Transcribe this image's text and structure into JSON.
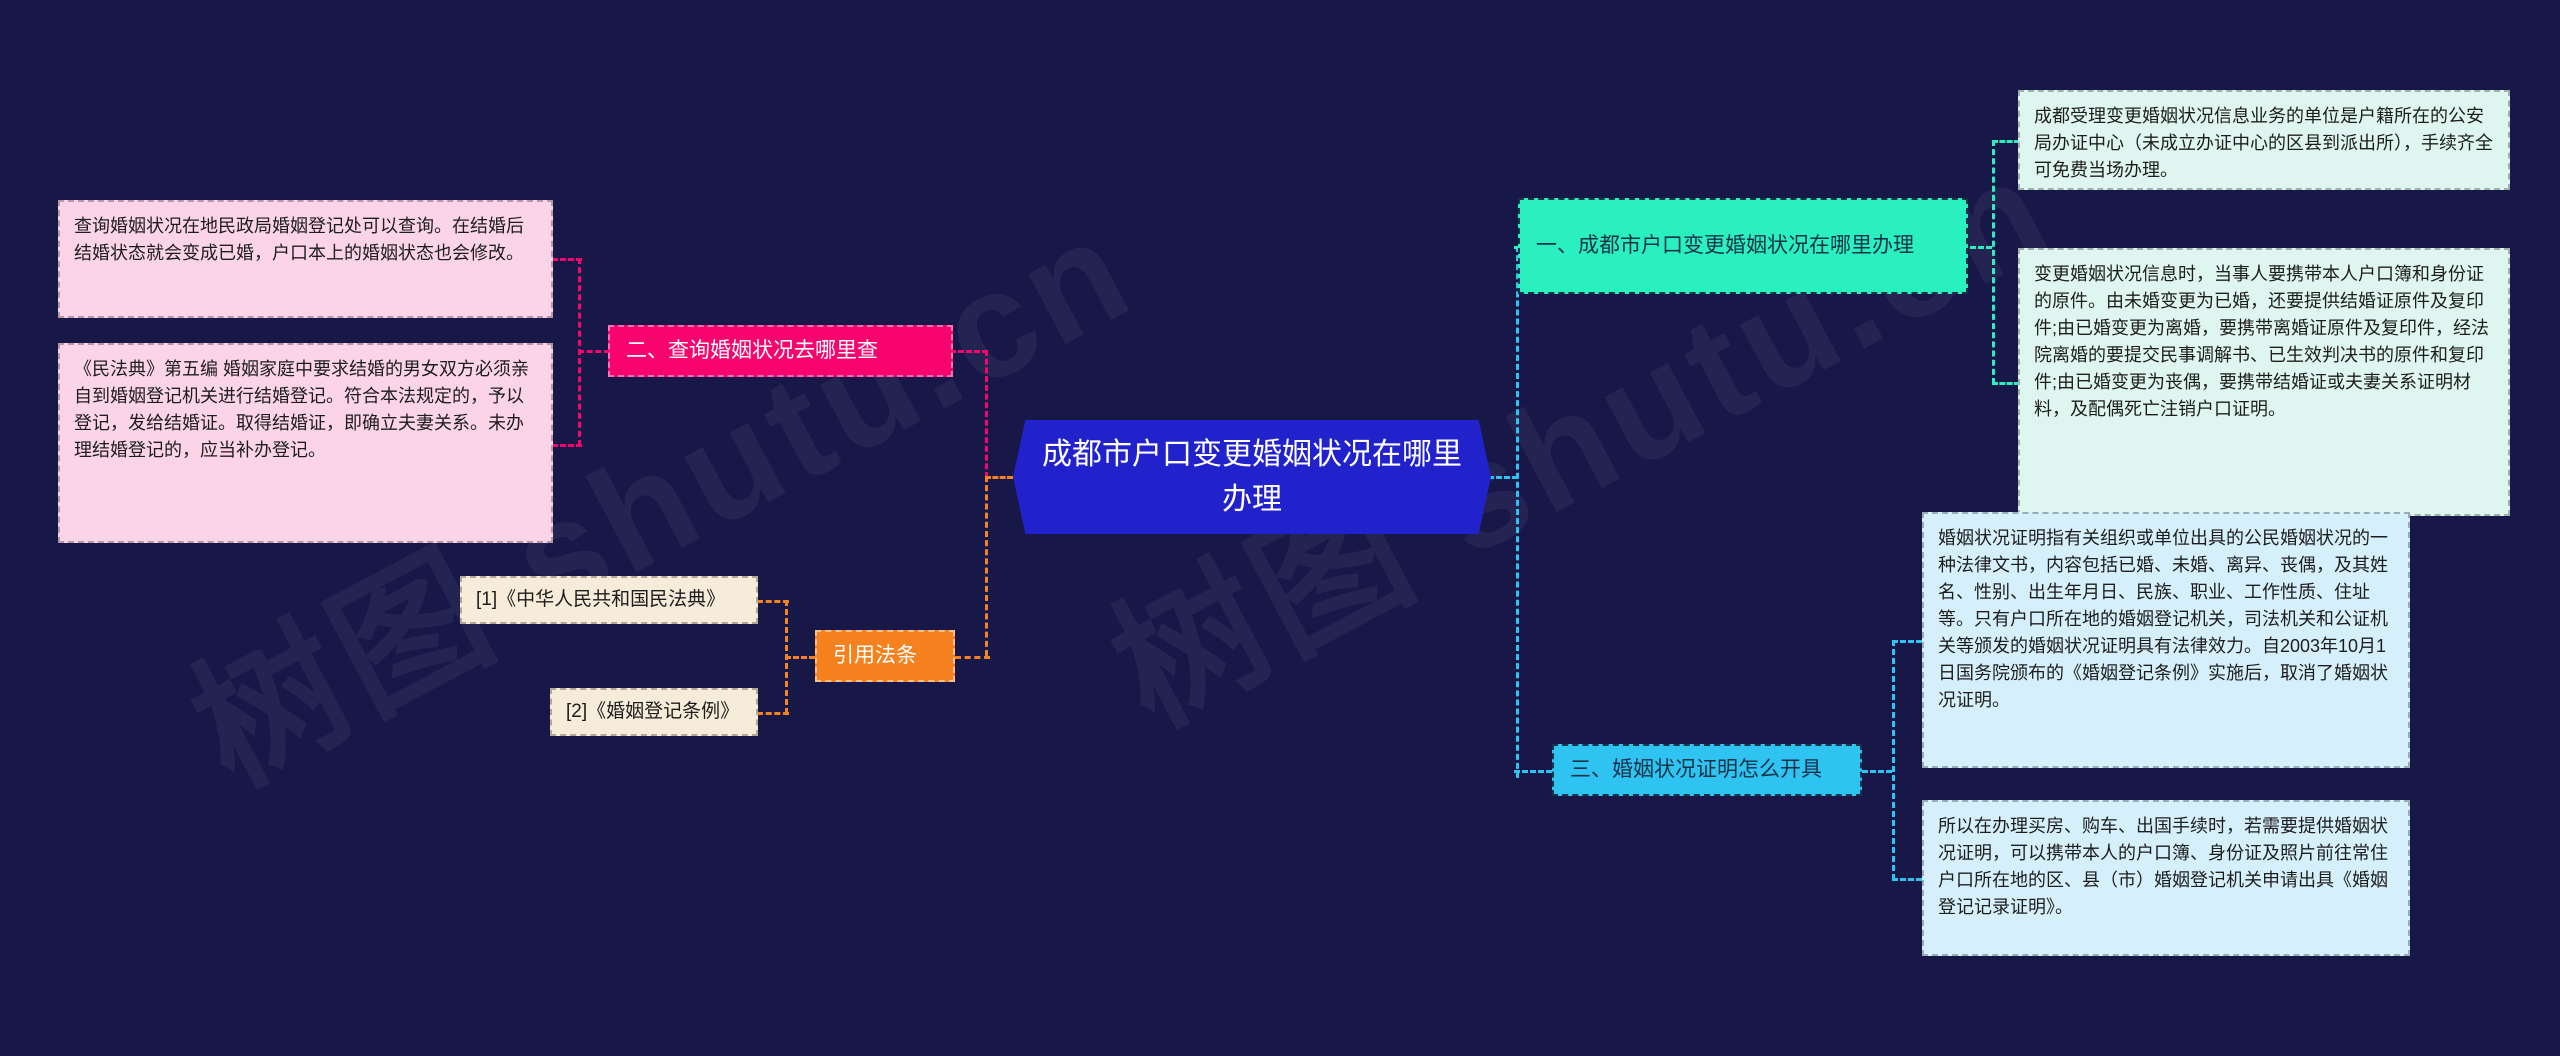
{
  "canvas": {
    "background_color": "#181848",
    "watermark_text": "树图 shutu.cn"
  },
  "center": {
    "label": "成都市户口变更婚姻状况在哪里办理",
    "color": "#2222cc",
    "text_color": "#ffffff"
  },
  "branches": {
    "section_one": {
      "label": "一、成都市户口变更婚姻状况在哪里办理",
      "color": "#2af0c0",
      "leaves": [
        {
          "text": "成都受理变更婚姻状况信息业务的单位是户籍所在的公安局办证中心（未成立办证中心的区县到派出所），手续齐全可免费当场办理。",
          "color": "#dff6f0"
        },
        {
          "text": "变更婚姻状况信息时，当事人要携带本人户口簿和身份证的原件。由未婚变更为已婚，还要提供结婚证原件及复印件;由已婚变更为离婚，要携带离婚证原件及复印件，经法院离婚的要提交民事调解书、已生效判决书的原件和复印件;由已婚变更为丧偶，要携带结婚证或夫妻关系证明材料，及配偶死亡注销户口证明。",
          "color": "#dff6f0"
        }
      ]
    },
    "section_two": {
      "label": "二、查询婚姻状况去哪里查",
      "color": "#f7046e",
      "leaves": [
        {
          "text": "查询婚姻状况在地民政局婚姻登记处可以查询。在结婚后结婚状态就会变成已婚，户口本上的婚姻状态也会修改。",
          "color": "#fbd4e8"
        },
        {
          "text": "《民法典》第五编 婚姻家庭中要求结婚的男女双方必须亲自到婚姻登记机关进行结婚登记。符合本法规定的，予以登记，发给结婚证。取得结婚证，即确立夫妻关系。未办理结婚登记的，应当补办登记。",
          "color": "#fbd4e8"
        }
      ]
    },
    "section_three": {
      "label": "三、婚姻状况证明怎么开具",
      "color": "#2ec3f0",
      "leaves": [
        {
          "text": "婚姻状况证明指有关组织或单位出具的公民婚姻状况的一种法律文书，内容包括已婚、未婚、离异、丧偶，及其姓名、性别、出生年月日、民族、职业、工作性质、住址等。只有户口所在地的婚姻登记机关，司法机关和公证机关等颁发的婚姻状况证明具有法律效力。自2003年10月1日国务院颁布的《婚姻登记条例》实施后，取消了婚姻状况证明。",
          "color": "#d6f0fb"
        },
        {
          "text": "所以在办理买房、购车、出国手续时，若需要提供婚姻状况证明，可以携带本人的户口簿、身份证及照片前往常住户口所在地的区、县（市）婚姻登记机关申请出具《婚姻登记记录证明》。",
          "color": "#d6f0fb"
        }
      ]
    },
    "citations": {
      "label": "引用法条",
      "color": "#f5821f",
      "leaves": [
        {
          "text": "[1]《中华人民共和国民法典》",
          "color": "#f6ecd9"
        },
        {
          "text": "[2]《婚姻登记条例》",
          "color": "#f6ecd9"
        }
      ]
    }
  }
}
